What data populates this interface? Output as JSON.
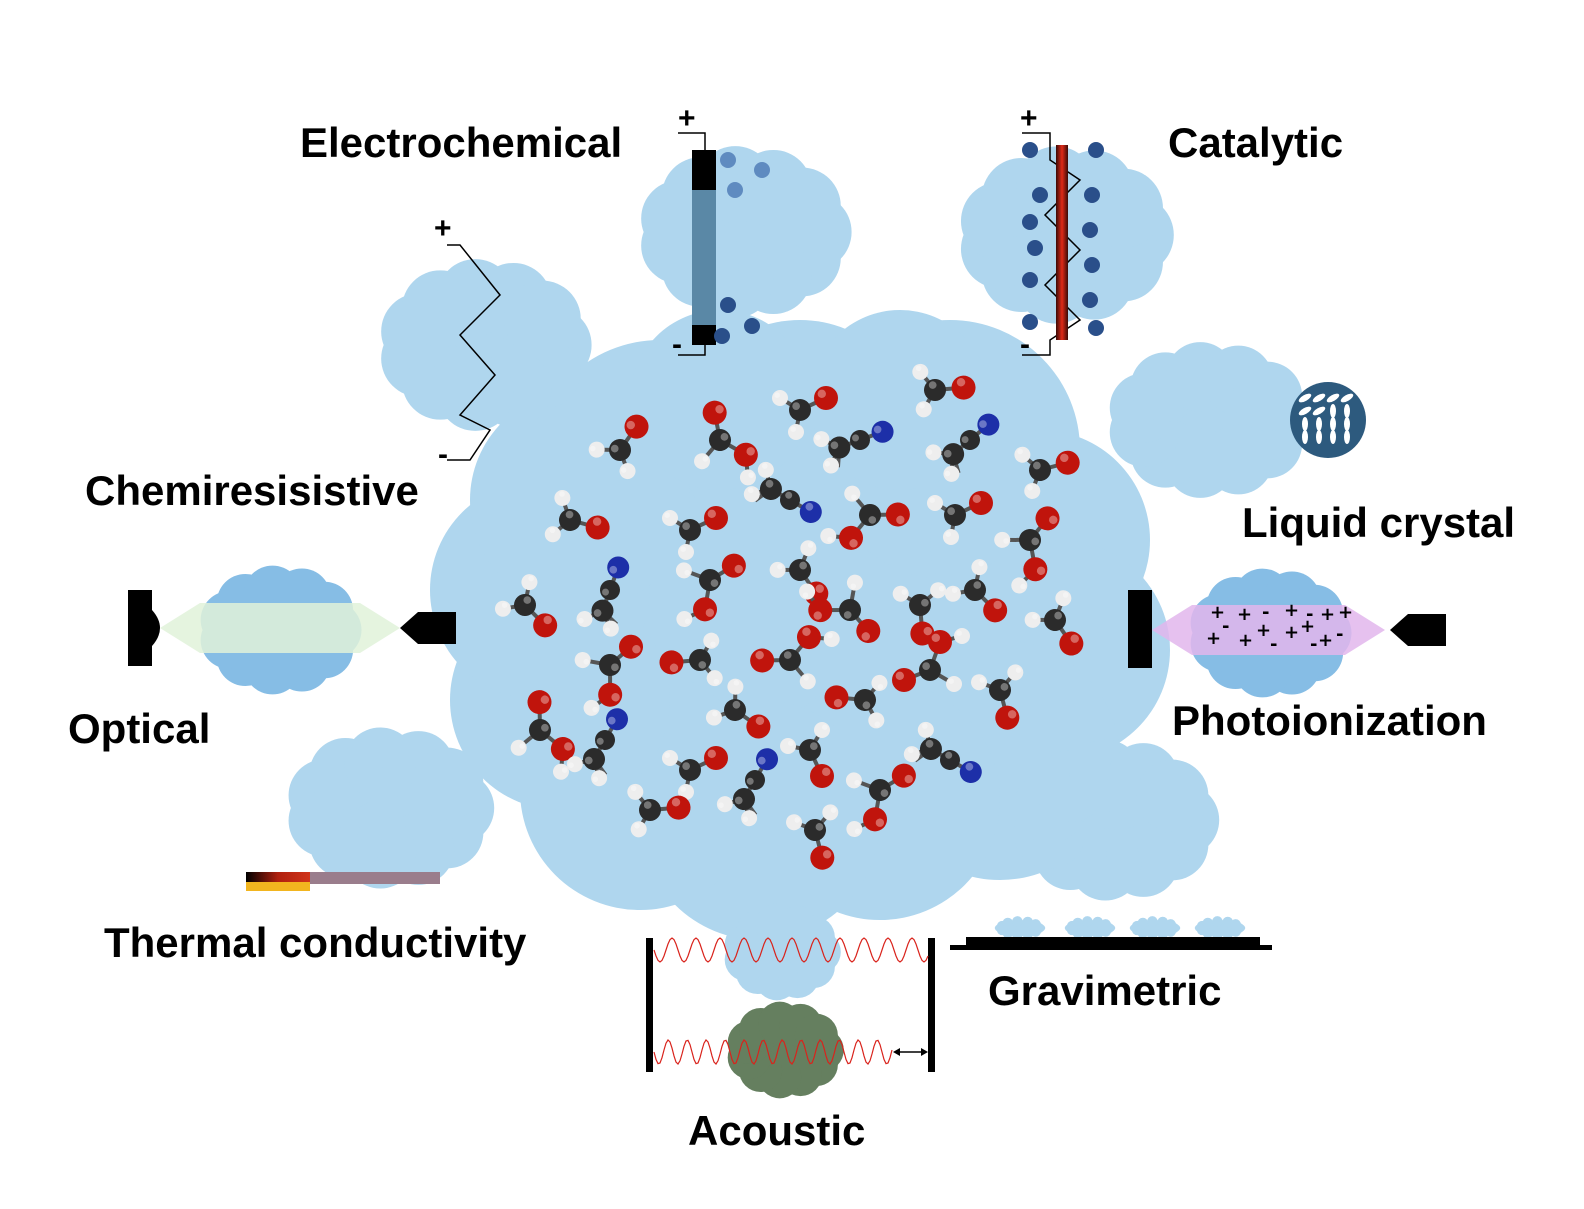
{
  "labels": {
    "electrochemical": "Electrochemical",
    "catalytic": "Catalytic",
    "chemiresistive": "Chemiresisistive",
    "liquid_crystal": "Liquid crystal",
    "optical": "Optical",
    "photoionization": "Photoionization",
    "thermal_conductivity": "Thermal conductivity",
    "gravimetric": "Gravimetric",
    "acoustic": "Acoustic"
  },
  "signs": {
    "plus": "+",
    "minus": "-"
  },
  "colors": {
    "cloud": "#afd6ee",
    "cloud_dark": "#86bde5",
    "acoustic_cloud": "#657f5f",
    "electrode": "#000000",
    "carbon": "#2b2b2b",
    "oxygen": "#c0140c",
    "nitrogen": "#1d2fa8",
    "hydrogen": "#eeeeee",
    "particle": "#2a4f8a",
    "photo_beam": "#e2b6ec",
    "optical_beam": "#e0f2d9",
    "wave": "#d9231c"
  },
  "icons": [
    "gas-cloud-icon",
    "molecule-icon",
    "electrode-icon",
    "light-source-icon",
    "detector-icon",
    "heater-icon",
    "sound-wave-icon",
    "liquid-crystal-icon"
  ]
}
